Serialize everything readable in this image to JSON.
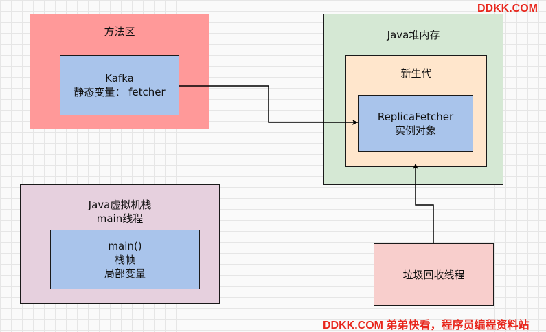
{
  "watermark_top": "DDKK.COM",
  "watermark_bottom": "DDKK.COM 弟弟快看，程序员编程资料站",
  "method_area": {
    "title": "方法区",
    "kafka": {
      "line1": "Kafka",
      "line2": "静态变量： fetcher"
    }
  },
  "java_heap": {
    "title": "Java堆内存",
    "young_gen": {
      "title": "新生代",
      "replica": {
        "line1": "ReplicaFetcher",
        "line2": "实例对象"
      }
    }
  },
  "jvm_stack": {
    "line1": "Java虚拟机栈",
    "line2": "main线程",
    "frame": {
      "line1": "main()",
      "line2": "栈帧",
      "line3": "局部变量"
    }
  },
  "gc_thread": {
    "label": "垃圾回收线程"
  },
  "colors": {
    "method_area": "#ff9999",
    "heap": "#d5e8d4",
    "young_gen": "#ffe6cc",
    "inner_blue": "#a9c4eb",
    "stack": "#e6d0de",
    "gc": "#f8cecc",
    "watermark": "#e8261c"
  }
}
